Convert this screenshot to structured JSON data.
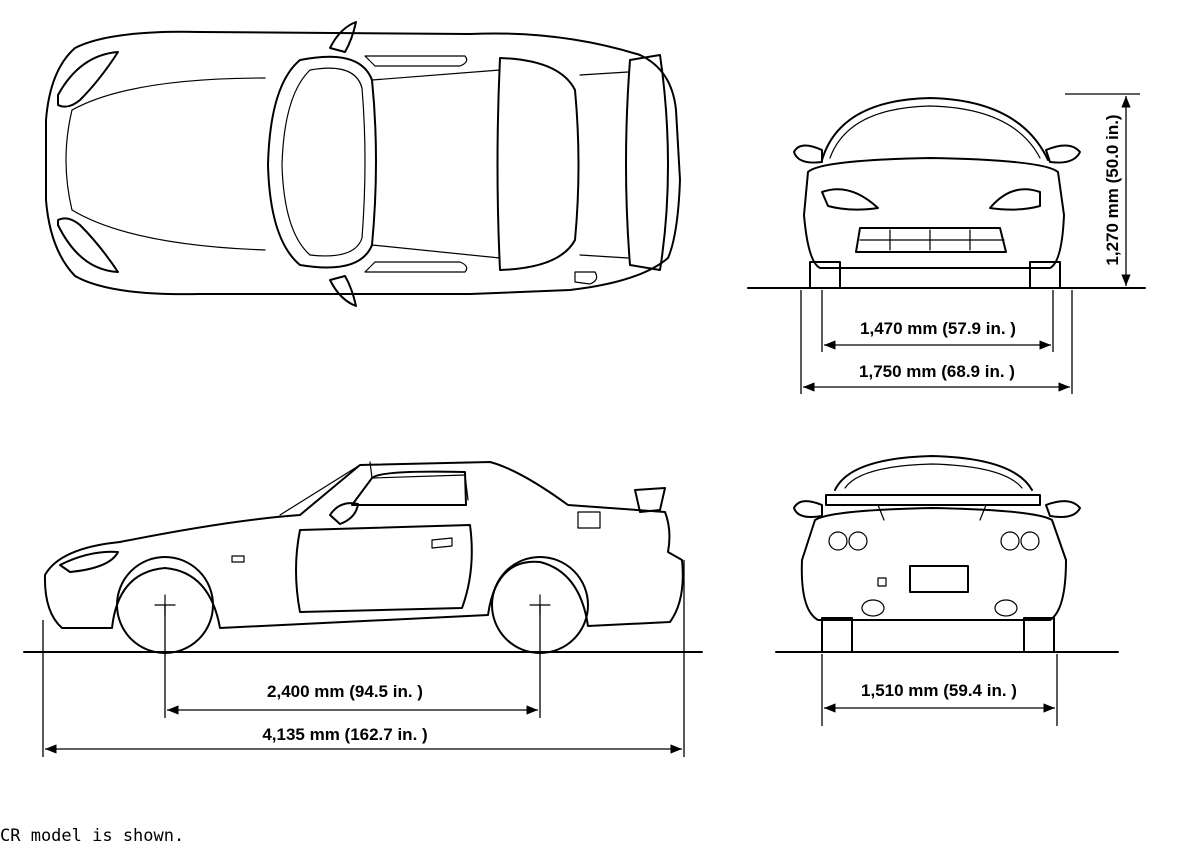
{
  "dimensions": {
    "height": "1,270 mm (50.0 in.)",
    "front_track": "1,470 mm (57.9 in. )",
    "overall_width": "1,750 mm (68.9 in. )",
    "wheelbase": "2,400 mm (94.5 in. )",
    "overall_length": "4,135 mm (162.7 in. )",
    "rear_track": "1,510 mm (59.4 in. )"
  },
  "caption": "CR model is shown."
}
